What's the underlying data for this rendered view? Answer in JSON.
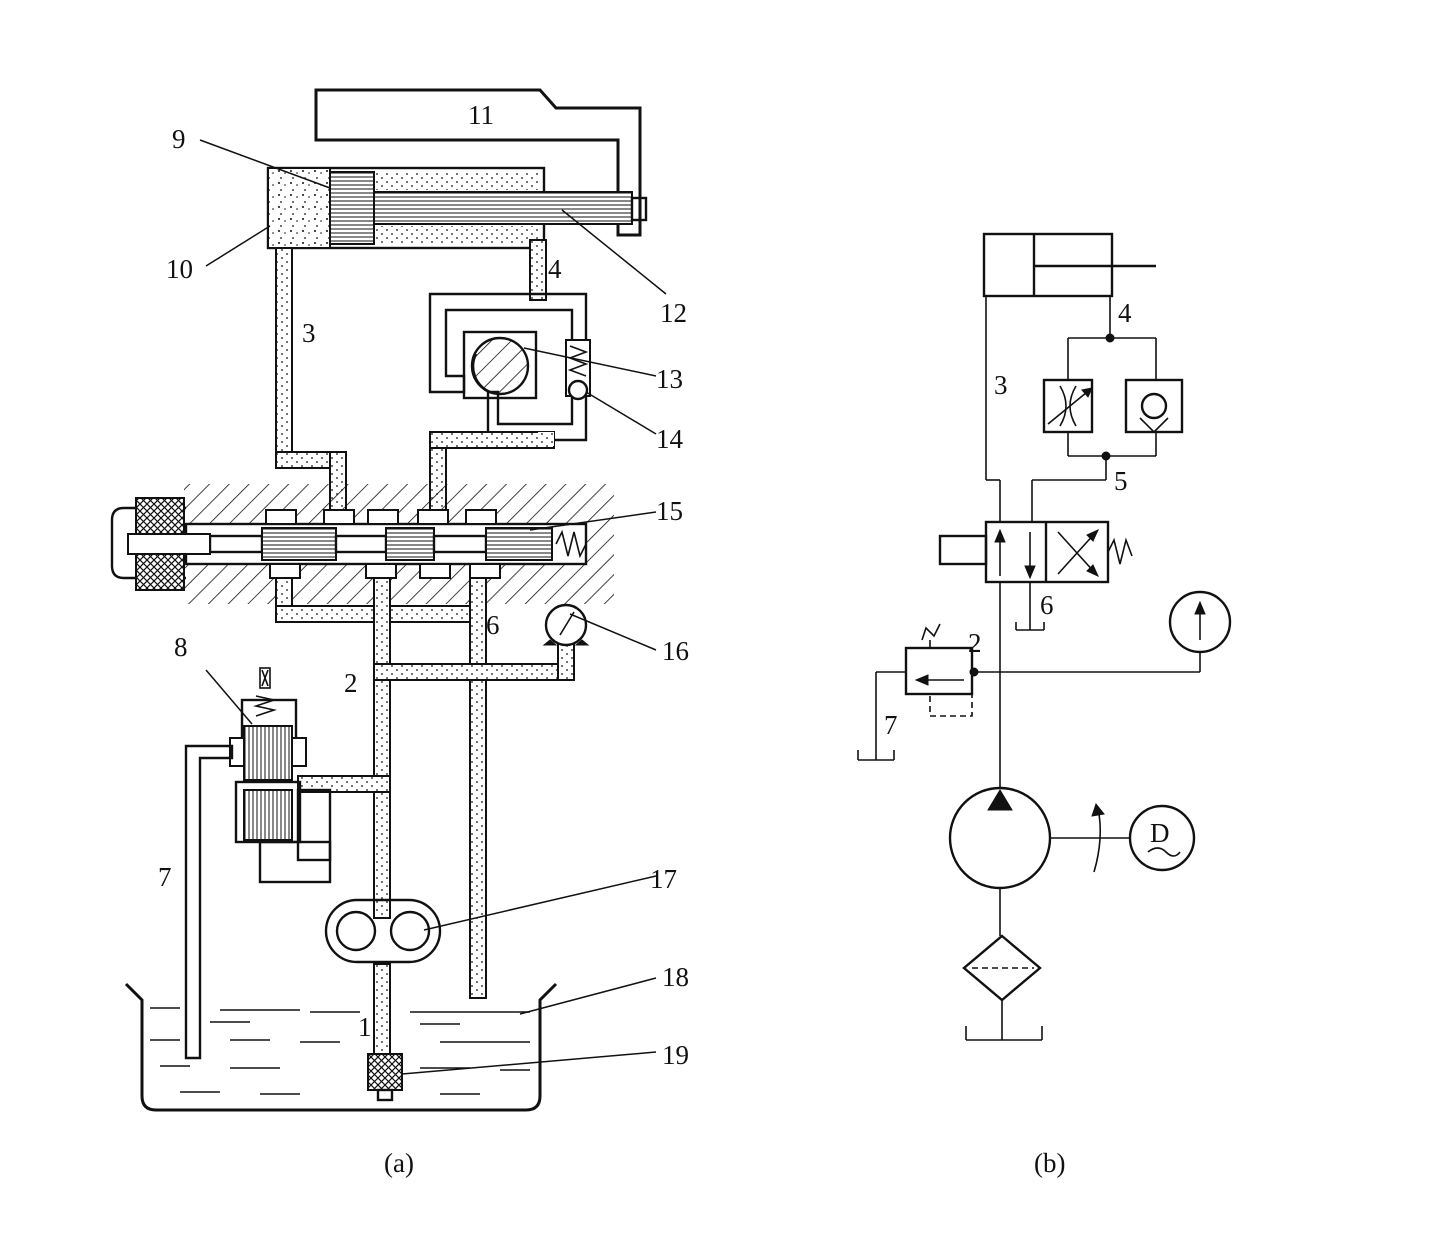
{
  "figure_a": {
    "caption": "(a)",
    "labels": {
      "l1": "1",
      "l2": "2",
      "l3": "3",
      "l4": "4",
      "l6": "6",
      "l7": "7",
      "l8": "8",
      "l9": "9",
      "l10": "10",
      "l11": "11",
      "l12": "12",
      "l13": "13",
      "l14": "14",
      "l15": "15",
      "l16": "16",
      "l17": "17",
      "l18": "18",
      "l19": "19"
    }
  },
  "figure_b": {
    "caption": "(b)",
    "labels": {
      "l2": "2",
      "l3": "3",
      "l4": "4",
      "l5": "5",
      "l6": "6",
      "l7": "7"
    },
    "motor_letter": "D"
  }
}
